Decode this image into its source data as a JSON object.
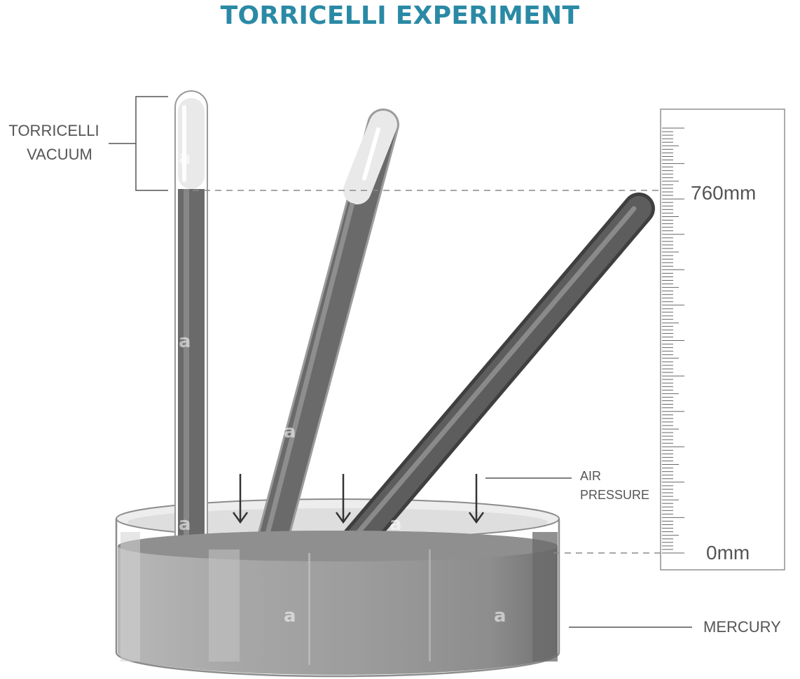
{
  "title": "TORRICELLI EXPERIMENT",
  "labels": {
    "vacuum_line1": "TORRICELLI",
    "vacuum_line2": "VACUUM",
    "air_line1": "AIR",
    "air_line2": "PRESSURE",
    "mercury": "MERCURY",
    "mark_top": "760mm",
    "mark_bottom": "0mm"
  },
  "watermark": "a",
  "colors": {
    "title": "#2a8aa5",
    "mercury": "#6b6b6b",
    "vacuum": "#ebebeb",
    "dish": "#9a9a9a",
    "label": "#555555"
  }
}
